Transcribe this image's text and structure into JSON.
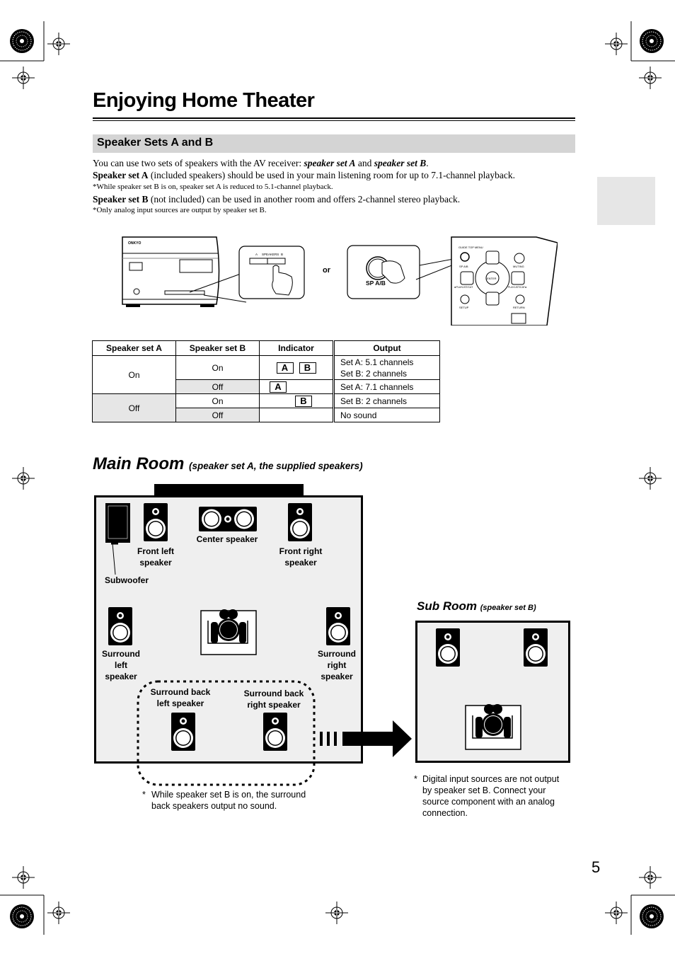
{
  "header": {
    "title": "Enjoying Home Theater"
  },
  "section": {
    "title": "Speaker Sets A and B"
  },
  "intro": {
    "line1_prefix": "You can use two sets of speakers with the AV receiver: ",
    "line1_a": "speaker set A",
    "line1_and": " and ",
    "line1_b": "speaker set B",
    "line1_end": ".",
    "line2_bold": "Speaker set A",
    "line2_rest": " (included speakers) should be used in your main listening room for up to 7.1-channel playback.",
    "note1": "*While speaker set B is on, speaker set A is reduced to 5.1-channel playback.",
    "line3_bold": "Speaker set B",
    "line3_rest": " (not included) can be used in another room and offers 2-channel stereo playback.",
    "note2": "*Only analog input sources are output by speaker set B."
  },
  "illustration": {
    "brand": "ONKYO",
    "speakers_label": "SPEAKERS",
    "switch_a": "A",
    "switch_b": "B",
    "or": "or",
    "button_label": "SP A/B",
    "remote": {
      "guide": "GUIDE\nTOP MENU",
      "spab": "SP A/B",
      "muting": "MUTING",
      "enter": "ENTER",
      "playlist_left": "◄PLAYLIST/CAT",
      "playlist_right": "PLAYLIST/CAT►",
      "setup": "SETUP",
      "return": "RETURN"
    }
  },
  "table": {
    "headers": [
      "Speaker set A",
      "Speaker set B",
      "Indicator",
      "Output"
    ],
    "rows": [
      {
        "a": "On",
        "b": "On",
        "ind": [
          "A",
          "B"
        ],
        "output": [
          "Set A: 5.1 channels",
          "Set B: 2 channels"
        ]
      },
      {
        "b": "Off",
        "ind": [
          "A"
        ],
        "output": [
          "Set A: 7.1 channels"
        ]
      },
      {
        "a": "Off",
        "b": "On",
        "ind": [
          "B"
        ],
        "output": [
          "Set B: 2 channels"
        ]
      },
      {
        "b": "Off",
        "ind": [],
        "output": [
          "No sound"
        ]
      }
    ]
  },
  "main_room": {
    "title": "Main Room",
    "subtitle": "(speaker set A, the supplied speakers)",
    "labels": {
      "front_left": "Front left\nspeaker",
      "center": "Center speaker",
      "front_right": "Front right\nspeaker",
      "subwoofer": "Subwoofer",
      "surround_left": "Surround\nleft\nspeaker",
      "surround_right": "Surround\nright\nspeaker",
      "surround_back_left": "Surround back\nleft speaker",
      "surround_back_right": "Surround back\nright speaker"
    },
    "footnote_mark": "*",
    "footnote": "While speaker set B is on, the surround back speakers output no sound."
  },
  "sub_room": {
    "title": "Sub Room",
    "subtitle": "(speaker set B)",
    "footnote_mark": "*",
    "footnote": "Digital input sources are not output by speaker set B. Connect your source component with an analog connection."
  },
  "page_number": "5",
  "colors": {
    "section_bar": "#d4d4d4",
    "room_fill": "#efefef",
    "grey_cell": "#e6e6e6"
  }
}
